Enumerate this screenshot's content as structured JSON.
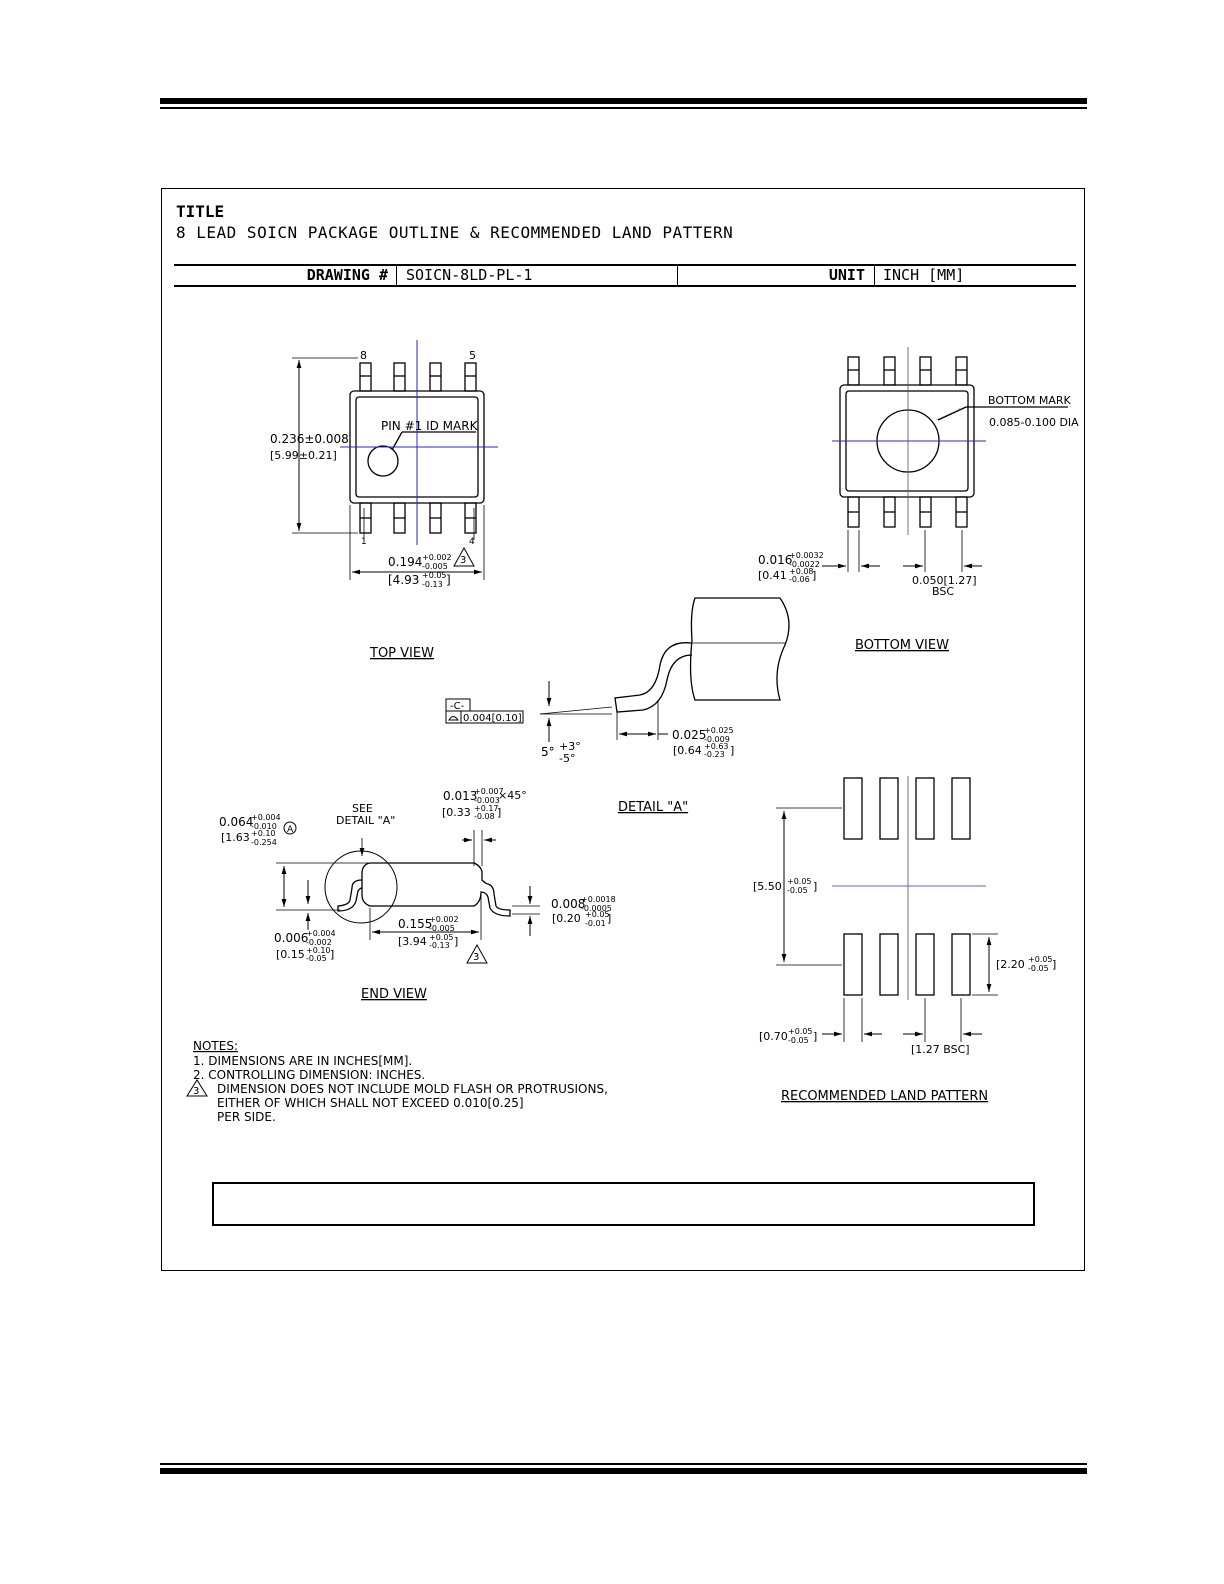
{
  "title": {
    "label": "TITLE",
    "text": "8 LEAD SOICN PACKAGE OUTLINE & RECOMMENDED LAND PATTERN"
  },
  "header": {
    "drawing_label": "DRAWING #",
    "drawing_value": "SOICN-8LD-PL-1",
    "unit_label": "UNIT",
    "unit_value": "INCH [MM]"
  },
  "top_view": {
    "label": "TOP VIEW",
    "pin_8": "8",
    "pin_5": "5",
    "pin_1": "1",
    "pin_4": "4",
    "pin_mark": "PIN #1 ID MARK",
    "height_in": "0.236±0.008",
    "height_mm": "[5.99±0.21]",
    "width_in": "0.194",
    "width_in_tol_plus": "+0.002",
    "width_in_tol_minus": "-0.005",
    "width_mm": "[4.93",
    "width_mm_tol_plus": "+0.05",
    "width_mm_tol_minus": "-0.13",
    "note_ref": "3"
  },
  "bottom_view": {
    "label": "BOTTOM VIEW",
    "mark_label": "BOTTOM MARK",
    "mark_dia": "0.085-0.100 DIA",
    "lead_w_in": "0.016",
    "lead_w_in_tol_plus": "+0.0032",
    "lead_w_in_tol_minus": "-0.0022",
    "lead_w_mm": "[0.41",
    "lead_w_mm_tol_plus": "+0.08",
    "lead_w_mm_tol_minus": "-0.06",
    "pitch": "0.050[1.27]",
    "pitch_bsc": "BSC"
  },
  "detail_a": {
    "label": "DETAIL \"A\"",
    "datum": "-C-",
    "coplanarity": "0.004[0.10]",
    "angle": "5°",
    "angle_plus": "+3°",
    "angle_minus": "-5°",
    "foot_in": "0.025",
    "foot_in_tol_plus": "+0.025",
    "foot_in_tol_minus": "-0.009",
    "foot_mm": "[0.64",
    "foot_mm_tol_plus": "+0.63",
    "foot_mm_tol_minus": "-0.23"
  },
  "end_view": {
    "label": "END VIEW",
    "see_detail_1": "SEE",
    "see_detail_2": "DETAIL \"A\"",
    "height_in": "0.064",
    "height_in_tol_plus": "+0.004",
    "height_in_tol_minus": "-0.010",
    "height_mm": "[1.63",
    "height_mm_tol_plus": "+0.10",
    "height_mm_tol_minus": "-0.254",
    "height_ref": "A",
    "chamfer_in": "0.013",
    "chamfer_in_tol_plus": "+0.007",
    "chamfer_in_tol_minus": "-0.003",
    "chamfer_angle": "×45°",
    "chamfer_mm": "[0.33",
    "chamfer_mm_tol_plus": "+0.17",
    "chamfer_mm_tol_minus": "-0.08",
    "lead_t_in": "0.008",
    "lead_t_in_tol_plus": "+0.0018",
    "lead_t_in_tol_minus": "-0.0005",
    "lead_t_mm": "[0.20",
    "lead_t_mm_tol_plus": "+0.05",
    "lead_t_mm_tol_minus": "-0.01",
    "standoff_in": "0.006",
    "standoff_in_tol_plus": "+0.004",
    "standoff_in_tol_minus": "-0.002",
    "standoff_mm": "[0.15",
    "standoff_mm_tol_plus": "+0.10",
    "standoff_mm_tol_minus": "-0.05",
    "body_in": "0.155",
    "body_in_tol_plus": "+0.002",
    "body_in_tol_minus": "-0.005",
    "body_mm": "[3.94",
    "body_mm_tol_plus": "+0.05",
    "body_mm_tol_minus": "-0.13",
    "note_ref": "3"
  },
  "land_pattern": {
    "label": "RECOMMENDED LAND PATTERN",
    "span": "[5.50",
    "span_tol_plus": "+0.05",
    "span_tol_minus": "-0.05",
    "pad_len": "[2.20",
    "pad_len_tol_plus": "+0.05",
    "pad_len_tol_minus": "-0.05",
    "pad_w": "[0.70",
    "pad_w_tol_plus": "+0.05",
    "pad_w_tol_minus": "-0.05",
    "pitch": "[1.27 BSC]"
  },
  "notes": {
    "heading": "NOTES:",
    "n1": "1.  DIMENSIONS ARE IN INCHES[MM].",
    "n2": "2.  CONTROLLING DIMENSION: INCHES.",
    "n3_num": "3",
    "n3_line1": "DIMENSION DOES NOT INCLUDE MOLD FLASH OR PROTRUSIONS,",
    "n3_line2": "EITHER OF WHICH SHALL NOT EXCEED 0.010[0.25]",
    "n3_line3": "PER SIDE."
  },
  "colors": {
    "centerline": "#2a2acc",
    "ink": "#000000"
  }
}
